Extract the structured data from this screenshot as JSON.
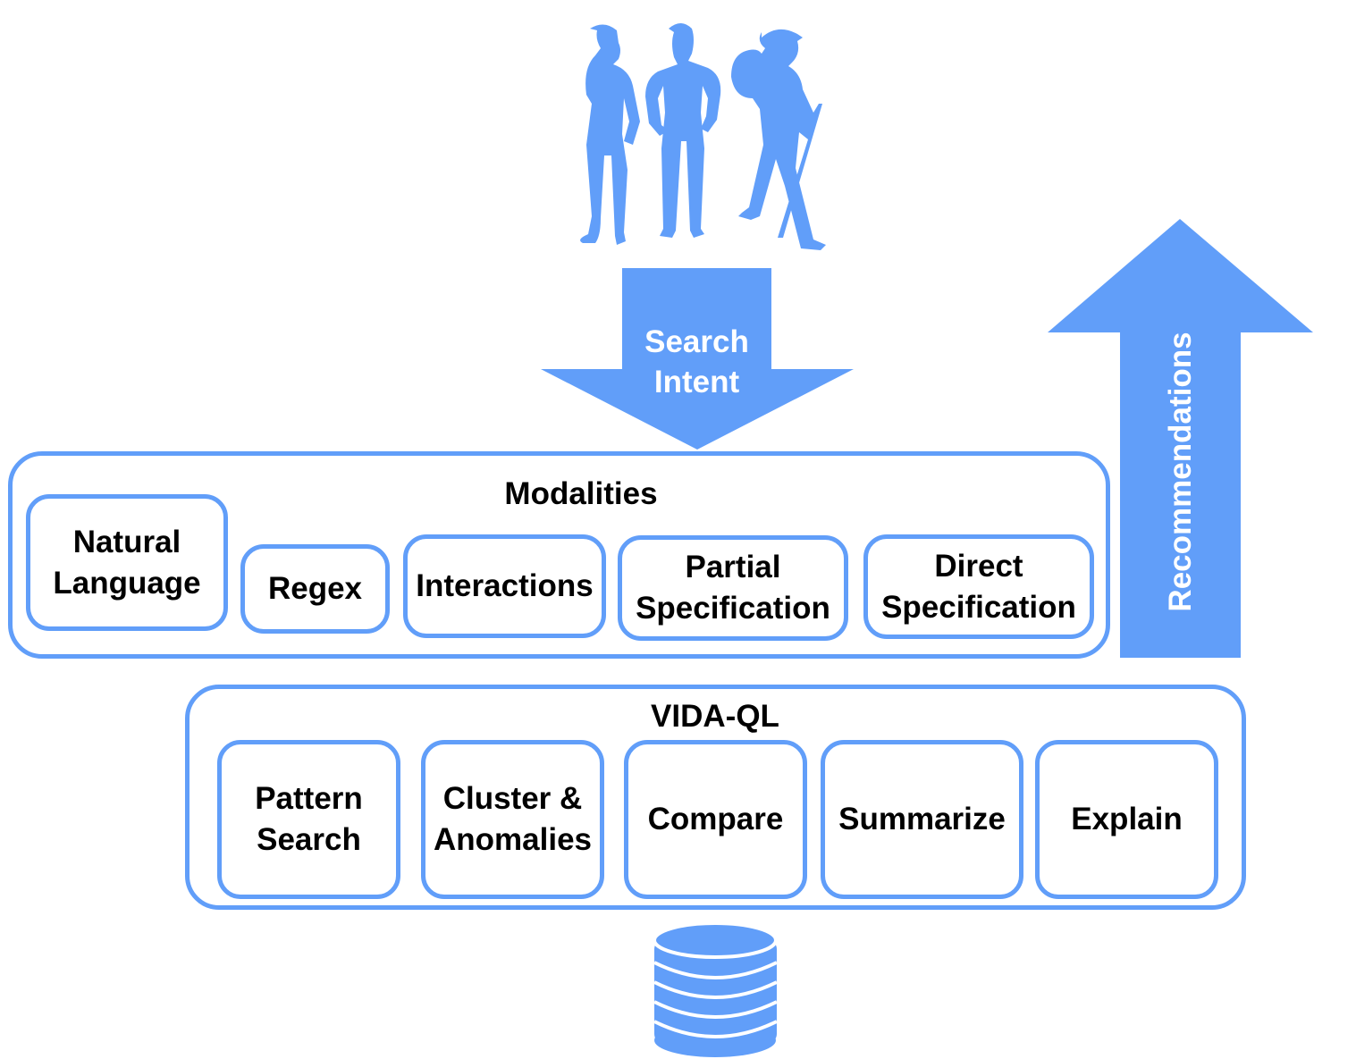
{
  "colors": {
    "accent": "#619ef9",
    "text": "#000000",
    "arrow_text": "#ffffff"
  },
  "users": {
    "icon": "people-silhouettes-icon"
  },
  "search_intent_arrow": {
    "label": "Search\nIntent"
  },
  "recommendations_arrow": {
    "label": "Recommendations"
  },
  "modalities": {
    "title": "Modalities",
    "items": [
      "Natural\nLanguage",
      "Regex",
      "Interactions",
      "Partial\nSpecification",
      "Direct\nSpecification"
    ]
  },
  "vidaql": {
    "title": "VIDA-QL",
    "items": [
      "Pattern\nSearch",
      "Cluster &\nAnomalies",
      "Compare",
      "Summarize",
      "Explain"
    ]
  },
  "database": {
    "icon": "database-icon"
  }
}
